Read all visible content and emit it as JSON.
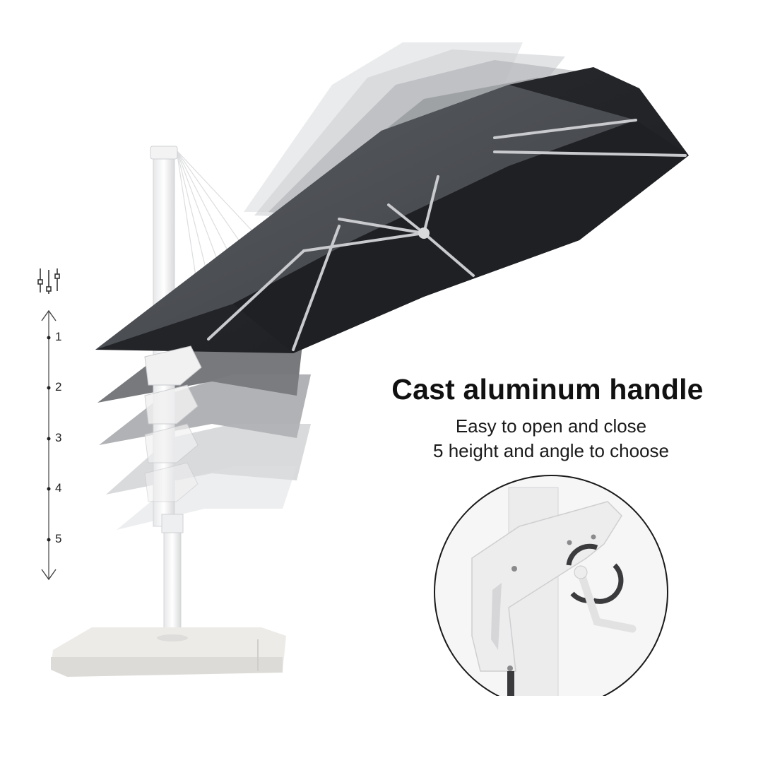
{
  "feature": {
    "title": "Cast aluminum handle",
    "lines": [
      "Easy to open and close",
      "5 height and angle to choose"
    ]
  },
  "height_scale": {
    "icon": "sliders-adjust-icon",
    "arrow_up": "arrow-up-icon",
    "arrow_down": "arrow-down-icon",
    "levels": [
      "1",
      "2",
      "3",
      "4",
      "5"
    ]
  },
  "product": {
    "type": "cantilever-patio-umbrella",
    "canopy_color": "#2b2d31",
    "frame_color": "#f2f2f2",
    "base_color": "#ececea"
  },
  "inset": {
    "subject": "crank-handle-closeup",
    "rotation_icon": "rotate-arrows-icon"
  }
}
